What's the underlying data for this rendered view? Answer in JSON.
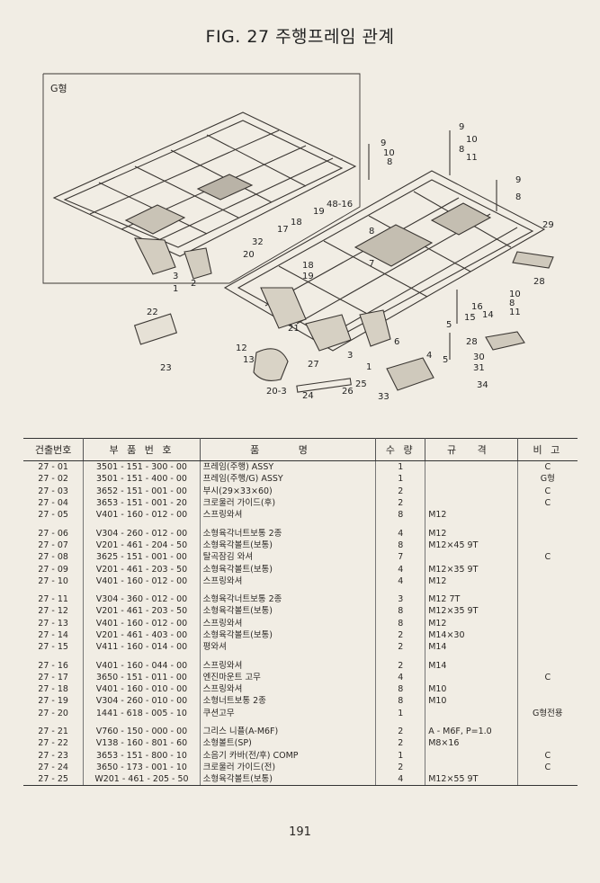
{
  "title": "FIG. 27 주행프레임 관계",
  "diagram": {
    "g_label": "G형",
    "callouts": [
      "9",
      "10",
      "8",
      "11",
      "9",
      "8",
      "9",
      "10",
      "8",
      "29",
      "19",
      "48-16",
      "18",
      "17",
      "32",
      "20",
      "18",
      "19",
      "2",
      "3",
      "1",
      "28",
      "10",
      "8",
      "11",
      "5",
      "16",
      "15",
      "14",
      "6",
      "22",
      "23",
      "21",
      "12",
      "13",
      "20-3",
      "27",
      "24",
      "26",
      "25",
      "3",
      "1",
      "4",
      "5",
      "28",
      "30",
      "31",
      "34",
      "33",
      "8",
      "7"
    ]
  },
  "table": {
    "headers": [
      "건출번호",
      "부 품 번 호",
      "품 명",
      "수 량",
      "규 격",
      "비 고"
    ],
    "groups": [
      [
        {
          "no": "27 - 01",
          "part": "3501 - 151 - 300 - 00",
          "name": "프레임(주행) ASSY",
          "qty": "1",
          "spec": "",
          "note": "C"
        },
        {
          "no": "27 - 02",
          "part": "3501 - 151 - 400 - 00",
          "name": "프레임(주행/G) ASSY",
          "qty": "1",
          "spec": "",
          "note": "G형"
        },
        {
          "no": "27 - 03",
          "part": "3652 - 151 - 001 - 00",
          "name": "부시(29×33×60)",
          "qty": "2",
          "spec": "",
          "note": "C"
        },
        {
          "no": "27 - 04",
          "part": "3653 - 151 - 001 - 20",
          "name": "크로울러 가이드(후)",
          "qty": "2",
          "spec": "",
          "note": "C"
        },
        {
          "no": "27 - 05",
          "part": "V401 - 160 - 012 - 00",
          "name": "스프링와셔",
          "qty": "8",
          "spec": "M12",
          "note": ""
        }
      ],
      [
        {
          "no": "27 - 06",
          "part": "V304 - 260 - 012 - 00",
          "name": "소형육각너트보통 2종",
          "qty": "4",
          "spec": "M12",
          "note": ""
        },
        {
          "no": "27 - 07",
          "part": "V201 - 461 - 204 - 50",
          "name": "소형육각볼트(보통)",
          "qty": "8",
          "spec": "M12×45 9T",
          "note": ""
        },
        {
          "no": "27 - 08",
          "part": "3625 - 151 - 001 - 00",
          "name": "탈곡잠김 와셔",
          "qty": "7",
          "spec": "",
          "note": "C"
        },
        {
          "no": "27 - 09",
          "part": "V201 - 461 - 203 - 50",
          "name": "소형육각볼트(보통)",
          "qty": "4",
          "spec": "M12×35 9T",
          "note": ""
        },
        {
          "no": "27 - 10",
          "part": "V401 - 160 - 012 - 00",
          "name": "스프링와셔",
          "qty": "4",
          "spec": "M12",
          "note": ""
        }
      ],
      [
        {
          "no": "27 - 11",
          "part": "V304 - 360 - 012 - 00",
          "name": "소형육각너트보통 2종",
          "qty": "3",
          "spec": "M12 7T",
          "note": ""
        },
        {
          "no": "27 - 12",
          "part": "V201 - 461 - 203 - 50",
          "name": "소형육각볼트(보통)",
          "qty": "8",
          "spec": "M12×35 9T",
          "note": ""
        },
        {
          "no": "27 - 13",
          "part": "V401 - 160 - 012 - 00",
          "name": "스프링와셔",
          "qty": "8",
          "spec": "M12",
          "note": ""
        },
        {
          "no": "27 - 14",
          "part": "V201 - 461 - 403 - 00",
          "name": "소형육각볼트(보통)",
          "qty": "2",
          "spec": "M14×30",
          "note": ""
        },
        {
          "no": "27 - 15",
          "part": "V411 - 160 - 014 - 00",
          "name": "평와셔",
          "qty": "2",
          "spec": "M14",
          "note": ""
        }
      ],
      [
        {
          "no": "27 - 16",
          "part": "V401 - 160 - 044 - 00",
          "name": "스프링와셔",
          "qty": "2",
          "spec": "M14",
          "note": ""
        },
        {
          "no": "27 - 17",
          "part": "3650 - 151 - 011 - 00",
          "name": "엔진마운트 고무",
          "qty": "4",
          "spec": "",
          "note": "C"
        },
        {
          "no": "27 - 18",
          "part": "V401 - 160 - 010 - 00",
          "name": "스프링와셔",
          "qty": "8",
          "spec": "M10",
          "note": ""
        },
        {
          "no": "27 - 19",
          "part": "V304 - 260 - 010 - 00",
          "name": "소형너트보통 2종",
          "qty": "8",
          "spec": "M10",
          "note": ""
        },
        {
          "no": "27 - 20",
          "part": "1441 - 618 - 005 - 10",
          "name": "쿠션고무",
          "qty": "1",
          "spec": "",
          "note": "G형전용"
        }
      ],
      [
        {
          "no": "27 - 21",
          "part": "V760 - 150 - 000 - 00",
          "name": "그리스 니플(A-M6F)",
          "qty": "2",
          "spec": "A - M6F, P=1.0",
          "note": ""
        },
        {
          "no": "27 - 22",
          "part": "V138 - 160 - 801 - 60",
          "name": "소형볼트(SP)",
          "qty": "2",
          "spec": "M8×16",
          "note": ""
        },
        {
          "no": "27 - 23",
          "part": "3653 - 151 - 800 - 10",
          "name": "소음기 카바(전/후) COMP",
          "qty": "1",
          "spec": "",
          "note": "C"
        },
        {
          "no": "27 - 24",
          "part": "3650 - 173 - 001 - 10",
          "name": "크로울러 가이드(전)",
          "qty": "2",
          "spec": "",
          "note": "C"
        },
        {
          "no": "27 - 25",
          "part": "W201 - 461 - 205 - 50",
          "name": "소형육각볼트(보통)",
          "qty": "4",
          "spec": "M12×55 9T",
          "note": ""
        }
      ]
    ]
  },
  "page_number": "191"
}
